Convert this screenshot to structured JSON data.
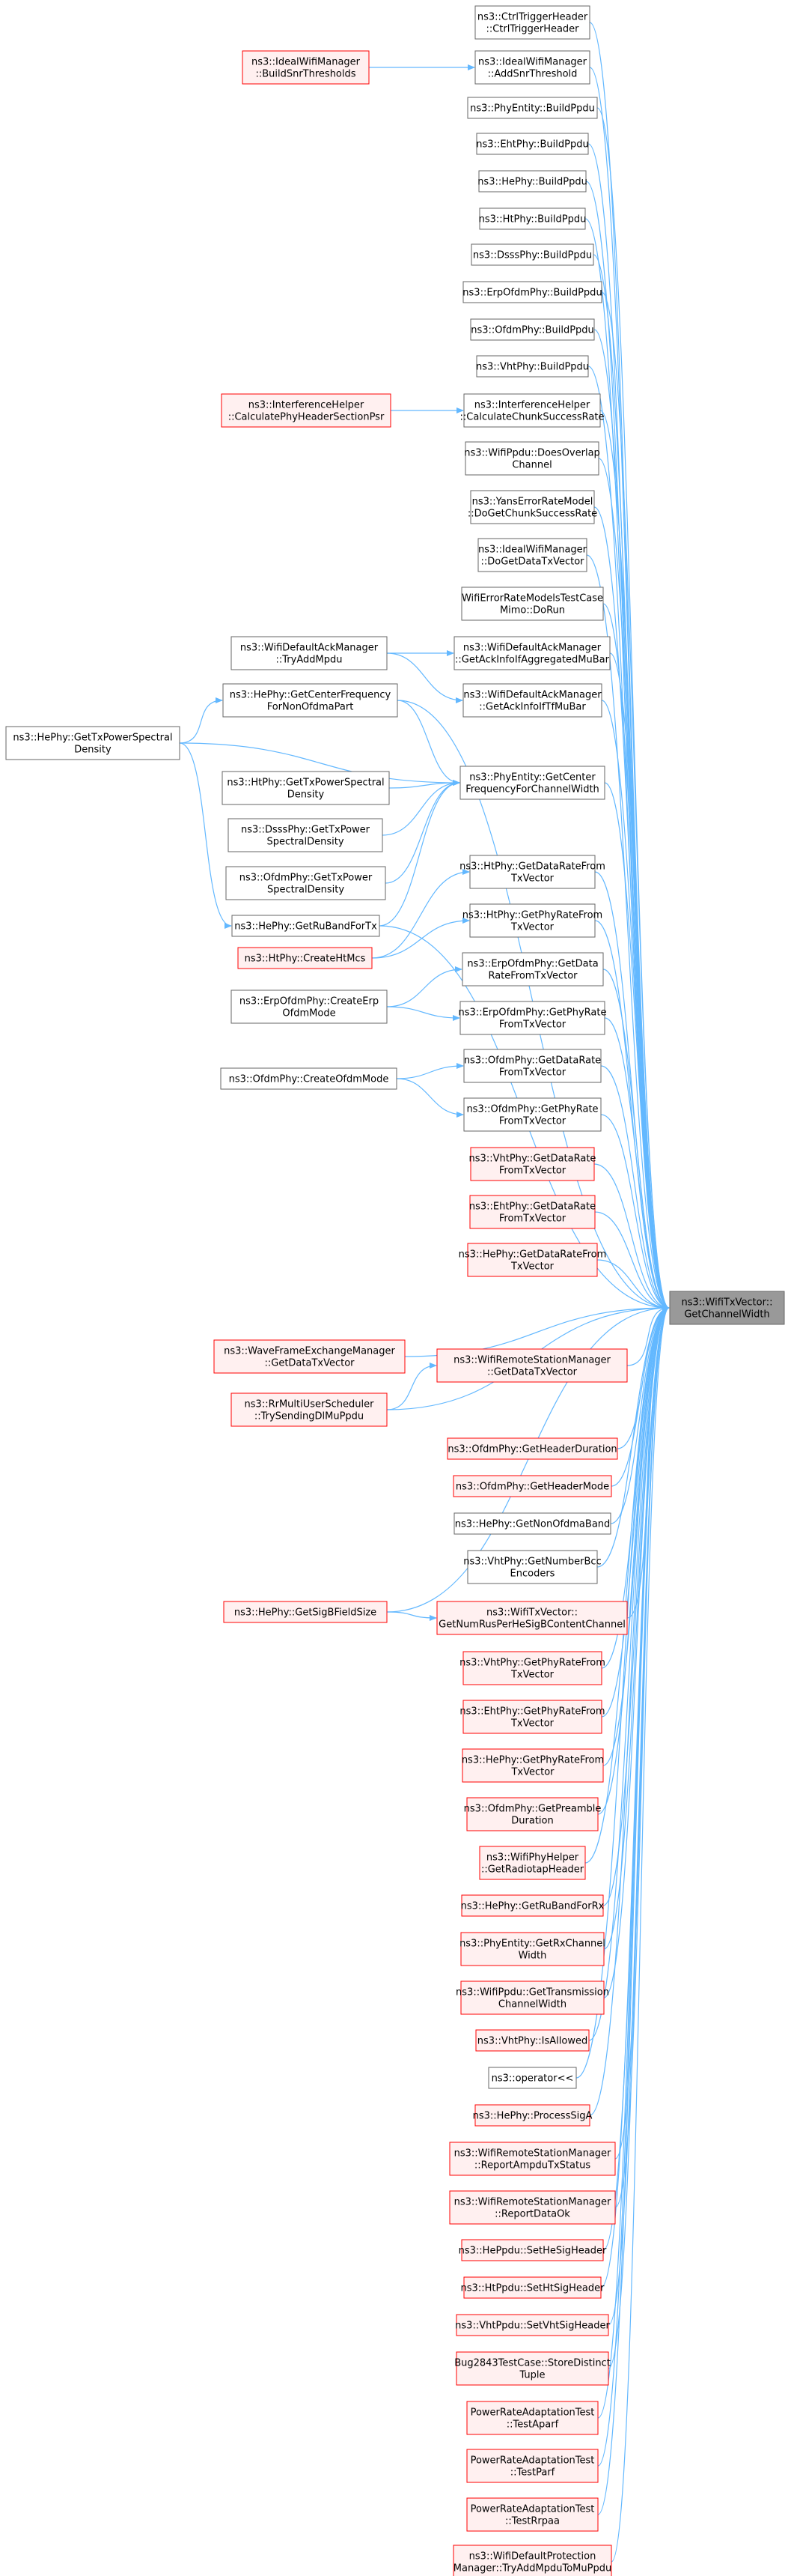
{
  "graph": {
    "colors": {
      "edge": "#63b8ff",
      "node_border": "#666666",
      "node_fill": "#ffffff",
      "highlight_border": "#ff0000",
      "highlight_fill": "#fff0f0",
      "target_fill": "#999999",
      "target_border": "#666666",
      "text": "#000000"
    },
    "target": {
      "id": "target",
      "label": [
        "ns3::WifiTxVector::",
        "GetChannelWidth"
      ]
    },
    "nodes": [
      {
        "id": "ctrl",
        "label": [
          "ns3::CtrlTriggerHeader",
          "::CtrlTriggerHeader"
        ],
        "style": "normal"
      },
      {
        "id": "idealAdd",
        "label": [
          "ns3::IdealWifiManager",
          "::AddSnrThreshold"
        ],
        "style": "normal"
      },
      {
        "id": "bIdeal",
        "label": [
          "ns3::IdealWifiManager",
          "::BuildSnrThresholds"
        ],
        "style": "red"
      },
      {
        "id": "phyBuild",
        "label": [
          "ns3::PhyEntity::BuildPpdu"
        ],
        "style": "normal"
      },
      {
        "id": "ehtBuild",
        "label": [
          "ns3::EhtPhy::BuildPpdu"
        ],
        "style": "normal"
      },
      {
        "id": "heBuild",
        "label": [
          "ns3::HePhy::BuildPpdu"
        ],
        "style": "normal"
      },
      {
        "id": "htBuild",
        "label": [
          "ns3::HtPhy::BuildPpdu"
        ],
        "style": "normal"
      },
      {
        "id": "dsssBuild",
        "label": [
          "ns3::DsssPhy::BuildPpdu"
        ],
        "style": "normal"
      },
      {
        "id": "erpBuild",
        "label": [
          "ns3::ErpOfdmPhy::BuildPpdu"
        ],
        "style": "normal"
      },
      {
        "id": "ofdmBuild",
        "label": [
          "ns3::OfdmPhy::BuildPpdu"
        ],
        "style": "normal"
      },
      {
        "id": "vhtBuild",
        "label": [
          "ns3::VhtPhy::BuildPpdu"
        ],
        "style": "normal"
      },
      {
        "id": "ihCalcChunk",
        "label": [
          "ns3::InterferenceHelper",
          "::CalculateChunkSuccessRate"
        ],
        "style": "normal"
      },
      {
        "id": "ihCalcPhy",
        "label": [
          "ns3::InterferenceHelper",
          "::CalculatePhyHeaderSectionPsr"
        ],
        "style": "red"
      },
      {
        "id": "doesOverlap",
        "label": [
          "ns3::WifiPpdu::DoesOverlap",
          "Channel"
        ],
        "style": "normal"
      },
      {
        "id": "yans",
        "label": [
          "ns3::YansErrorRateModel",
          "::DoGetChunkSuccessRate"
        ],
        "style": "normal"
      },
      {
        "id": "idealDoGet",
        "label": [
          "ns3::IdealWifiManager",
          "::DoGetDataTxVector"
        ],
        "style": "normal"
      },
      {
        "id": "errTest",
        "label": [
          "WifiErrorRateModelsTestCase",
          "Mimo::DoRun"
        ],
        "style": "normal"
      },
      {
        "id": "ackAgg",
        "label": [
          "ns3::WifiDefaultAckManager",
          "::GetAckInfoIfAggregatedMuBar"
        ],
        "style": "normal"
      },
      {
        "id": "ackTry",
        "label": [
          "ns3::WifiDefaultAckManager",
          "::TryAddMpdu"
        ],
        "style": "normal"
      },
      {
        "id": "ackTf",
        "label": [
          "ns3::WifiDefaultAckManager",
          "::GetAckInfoIfTfMuBar"
        ],
        "style": "normal"
      },
      {
        "id": "heCenter",
        "label": [
          "ns3::HePhy::GetCenterFrequency",
          "ForNonOfdmaPart"
        ],
        "style": "normal"
      },
      {
        "id": "heTxPsd",
        "label": [
          "ns3::HePhy::GetTxPowerSpectral",
          "Density"
        ],
        "style": "normal"
      },
      {
        "id": "phyCenter",
        "label": [
          "ns3::PhyEntity::GetCenter",
          "FrequencyForChannelWidth"
        ],
        "style": "normal"
      },
      {
        "id": "htTxPsd",
        "label": [
          "ns3::HtPhy::GetTxPowerSpectral",
          "Density"
        ],
        "style": "normal"
      },
      {
        "id": "dsssTxPsd",
        "label": [
          "ns3::DsssPhy::GetTxPower",
          "SpectralDensity"
        ],
        "style": "normal"
      },
      {
        "id": "ofdmTxPsd",
        "label": [
          "ns3::OfdmPhy::GetTxPower",
          "SpectralDensity"
        ],
        "style": "normal"
      },
      {
        "id": "heRuTx",
        "label": [
          "ns3::HePhy::GetRuBandForTx"
        ],
        "style": "normal"
      },
      {
        "id": "htDataRate",
        "label": [
          "ns3::HtPhy::GetDataRateFrom",
          "TxVector"
        ],
        "style": "normal"
      },
      {
        "id": "htPhyRate",
        "label": [
          "ns3::HtPhy::GetPhyRateFrom",
          "TxVector"
        ],
        "style": "normal"
      },
      {
        "id": "htCreateMcs",
        "label": [
          "ns3::HtPhy::CreateHtMcs"
        ],
        "style": "red"
      },
      {
        "id": "erpDataRate",
        "label": [
          "ns3::ErpOfdmPhy::GetData",
          "RateFromTxVector"
        ],
        "style": "normal"
      },
      {
        "id": "erpCreate",
        "label": [
          "ns3::ErpOfdmPhy::CreateErp",
          "OfdmMode"
        ],
        "style": "normal"
      },
      {
        "id": "erpPhyRate",
        "label": [
          "ns3::ErpOfdmPhy::GetPhyRate",
          "FromTxVector"
        ],
        "style": "normal"
      },
      {
        "id": "ofdmDataRate",
        "label": [
          "ns3::OfdmPhy::GetDataRate",
          "FromTxVector"
        ],
        "style": "normal"
      },
      {
        "id": "ofdmCreate",
        "label": [
          "ns3::OfdmPhy::CreateOfdmMode"
        ],
        "style": "normal"
      },
      {
        "id": "ofdmPhyRate",
        "label": [
          "ns3::OfdmPhy::GetPhyRate",
          "FromTxVector"
        ],
        "style": "normal"
      },
      {
        "id": "vhtDataRate",
        "label": [
          "ns3::VhtPhy::GetDataRate",
          "FromTxVector"
        ],
        "style": "red"
      },
      {
        "id": "ehtDataRate",
        "label": [
          "ns3::EhtPhy::GetDataRate",
          "FromTxVector"
        ],
        "style": "red"
      },
      {
        "id": "heDataRate",
        "label": [
          "ns3::HePhy::GetDataRateFrom",
          "TxVector"
        ],
        "style": "red"
      },
      {
        "id": "wfem",
        "label": [
          "ns3::WaveFrameExchangeManager",
          "::GetDataTxVector"
        ],
        "style": "red"
      },
      {
        "id": "wrsmData",
        "label": [
          "ns3::WifiRemoteStationManager",
          "::GetDataTxVector"
        ],
        "style": "red"
      },
      {
        "id": "rrMulti",
        "label": [
          "ns3::RrMultiUserScheduler",
          "::TrySendingDlMuPpdu"
        ],
        "style": "red"
      },
      {
        "id": "ofdmHdrDur",
        "label": [
          "ns3::OfdmPhy::GetHeaderDuration"
        ],
        "style": "red"
      },
      {
        "id": "ofdmHdrMode",
        "label": [
          "ns3::OfdmPhy::GetHeaderMode"
        ],
        "style": "red"
      },
      {
        "id": "heNonOfdma",
        "label": [
          "ns3::HePhy::GetNonOfdmaBand"
        ],
        "style": "normal"
      },
      {
        "id": "vhtNumBcc",
        "label": [
          "ns3::VhtPhy::GetNumberBcc",
          "Encoders"
        ],
        "style": "normal"
      },
      {
        "id": "heSigB",
        "label": [
          "ns3::HePhy::GetSigBFieldSize"
        ],
        "style": "red"
      },
      {
        "id": "txvNumRus",
        "label": [
          "ns3::WifiTxVector::",
          "GetNumRusPerHeSigBContentChannel"
        ],
        "style": "red"
      },
      {
        "id": "vhtPhyRate",
        "label": [
          "ns3::VhtPhy::GetPhyRateFrom",
          "TxVector"
        ],
        "style": "red"
      },
      {
        "id": "ehtPhyRate",
        "label": [
          "ns3::EhtPhy::GetPhyRateFrom",
          "TxVector"
        ],
        "style": "red"
      },
      {
        "id": "hePhyRate",
        "label": [
          "ns3::HePhy::GetPhyRateFrom",
          "TxVector"
        ],
        "style": "red"
      },
      {
        "id": "ofdmPreamble",
        "label": [
          "ns3::OfdmPhy::GetPreamble",
          "Duration"
        ],
        "style": "red"
      },
      {
        "id": "radiotap",
        "label": [
          "ns3::WifiPhyHelper",
          "::GetRadiotapHeader"
        ],
        "style": "red"
      },
      {
        "id": "heRuRx",
        "label": [
          "ns3::HePhy::GetRuBandForRx"
        ],
        "style": "red"
      },
      {
        "id": "phyRxCh",
        "label": [
          "ns3::PhyEntity::GetRxChannel",
          "Width"
        ],
        "style": "red"
      },
      {
        "id": "ppduTxCh",
        "label": [
          "ns3::WifiPpdu::GetTransmission",
          "ChannelWidth"
        ],
        "style": "red"
      },
      {
        "id": "vhtAllowed",
        "label": [
          "ns3::VhtPhy::IsAllowed"
        ],
        "style": "red"
      },
      {
        "id": "operator",
        "label": [
          "ns3::operator<<"
        ],
        "style": "normal"
      },
      {
        "id": "heSigA",
        "label": [
          "ns3::HePhy::ProcessSigA"
        ],
        "style": "red"
      },
      {
        "id": "wrsmAmpdu",
        "label": [
          "ns3::WifiRemoteStationManager",
          "::ReportAmpduTxStatus"
        ],
        "style": "red"
      },
      {
        "id": "wrsmDataOk",
        "label": [
          "ns3::WifiRemoteStationManager",
          "::ReportDataOk"
        ],
        "style": "red"
      },
      {
        "id": "hePpduSig",
        "label": [
          "ns3::HePpdu::SetHeSigHeader"
        ],
        "style": "red"
      },
      {
        "id": "htPpduSig",
        "label": [
          "ns3::HtPpdu::SetHtSigHeader"
        ],
        "style": "red"
      },
      {
        "id": "vhtPpduSig",
        "label": [
          "ns3::VhtPpdu::SetVhtSigHeader"
        ],
        "style": "red"
      },
      {
        "id": "bug2843",
        "label": [
          "Bug2843TestCase::StoreDistinct",
          "Tuple"
        ],
        "style": "red"
      },
      {
        "id": "praAparf",
        "label": [
          "PowerRateAdaptationTest",
          "::TestAparf"
        ],
        "style": "red"
      },
      {
        "id": "praParf",
        "label": [
          "PowerRateAdaptationTest",
          "::TestParf"
        ],
        "style": "red"
      },
      {
        "id": "praRrpaa",
        "label": [
          "PowerRateAdaptationTest",
          "::TestRrpaa"
        ],
        "style": "red"
      },
      {
        "id": "defProt",
        "label": [
          "ns3::WifiDefaultProtection",
          "Manager::TryAddMpduToMuPpdu"
        ],
        "style": "red"
      }
    ],
    "edges": [
      {
        "from": "bIdeal",
        "to": "idealAdd"
      },
      {
        "from": "ihCalcPhy",
        "to": "ihCalcChunk"
      },
      {
        "from": "ackTry",
        "to": "ackAgg"
      },
      {
        "from": "ackTry",
        "to": "ackTf"
      },
      {
        "from": "heTxPsd",
        "to": "heCenter"
      },
      {
        "from": "heTxPsd",
        "to": "heRuTx"
      },
      {
        "from": "heCenter",
        "to": "phyCenter"
      },
      {
        "from": "heTxPsd",
        "to": "phyCenter"
      },
      {
        "from": "htTxPsd",
        "to": "phyCenter"
      },
      {
        "from": "dsssTxPsd",
        "to": "phyCenter"
      },
      {
        "from": "ofdmTxPsd",
        "to": "phyCenter"
      },
      {
        "from": "heRuTx",
        "to": "phyCenter"
      },
      {
        "from": "htCreateMcs",
        "to": "htDataRate"
      },
      {
        "from": "htCreateMcs",
        "to": "htPhyRate"
      },
      {
        "from": "erpCreate",
        "to": "erpDataRate"
      },
      {
        "from": "erpCreate",
        "to": "erpPhyRate"
      },
      {
        "from": "ofdmCreate",
        "to": "ofdmDataRate"
      },
      {
        "from": "ofdmCreate",
        "to": "ofdmPhyRate"
      },
      {
        "from": "rrMulti",
        "to": "wrsmData"
      },
      {
        "from": "heSigB",
        "to": "txvNumRus"
      },
      {
        "from": "ctrl",
        "to": "target"
      },
      {
        "from": "idealAdd",
        "to": "target"
      },
      {
        "from": "phyBuild",
        "to": "target"
      },
      {
        "from": "ehtBuild",
        "to": "target"
      },
      {
        "from": "heBuild",
        "to": "target"
      },
      {
        "from": "htBuild",
        "to": "target"
      },
      {
        "from": "dsssBuild",
        "to": "target"
      },
      {
        "from": "erpBuild",
        "to": "target"
      },
      {
        "from": "ofdmBuild",
        "to": "target"
      },
      {
        "from": "vhtBuild",
        "to": "target"
      },
      {
        "from": "ihCalcChunk",
        "to": "target"
      },
      {
        "from": "doesOverlap",
        "to": "target"
      },
      {
        "from": "yans",
        "to": "target"
      },
      {
        "from": "idealDoGet",
        "to": "target"
      },
      {
        "from": "errTest",
        "to": "target"
      },
      {
        "from": "ackAgg",
        "to": "target"
      },
      {
        "from": "ackTf",
        "to": "target"
      },
      {
        "from": "heCenter",
        "to": "target"
      },
      {
        "from": "phyCenter",
        "to": "target"
      },
      {
        "from": "heRuTx",
        "to": "target"
      },
      {
        "from": "htDataRate",
        "to": "target"
      },
      {
        "from": "htPhyRate",
        "to": "target"
      },
      {
        "from": "erpDataRate",
        "to": "target"
      },
      {
        "from": "erpPhyRate",
        "to": "target"
      },
      {
        "from": "ofdmDataRate",
        "to": "target"
      },
      {
        "from": "ofdmPhyRate",
        "to": "target"
      },
      {
        "from": "vhtDataRate",
        "to": "target"
      },
      {
        "from": "ehtDataRate",
        "to": "target"
      },
      {
        "from": "heDataRate",
        "to": "target"
      },
      {
        "from": "wfem",
        "to": "target"
      },
      {
        "from": "wrsmData",
        "to": "target"
      },
      {
        "from": "rrMulti",
        "to": "target"
      },
      {
        "from": "ofdmHdrDur",
        "to": "target"
      },
      {
        "from": "ofdmHdrMode",
        "to": "target"
      },
      {
        "from": "heNonOfdma",
        "to": "target"
      },
      {
        "from": "vhtNumBcc",
        "to": "target"
      },
      {
        "from": "heSigB",
        "to": "target"
      },
      {
        "from": "txvNumRus",
        "to": "target"
      },
      {
        "from": "vhtPhyRate",
        "to": "target"
      },
      {
        "from": "ehtPhyRate",
        "to": "target"
      },
      {
        "from": "hePhyRate",
        "to": "target"
      },
      {
        "from": "ofdmPreamble",
        "to": "target"
      },
      {
        "from": "radiotap",
        "to": "target"
      },
      {
        "from": "heRuRx",
        "to": "target"
      },
      {
        "from": "phyRxCh",
        "to": "target"
      },
      {
        "from": "ppduTxCh",
        "to": "target"
      },
      {
        "from": "vhtAllowed",
        "to": "target"
      },
      {
        "from": "operator",
        "to": "target"
      },
      {
        "from": "heSigA",
        "to": "target"
      },
      {
        "from": "wrsmAmpdu",
        "to": "target"
      },
      {
        "from": "wrsmDataOk",
        "to": "target"
      },
      {
        "from": "hePpduSig",
        "to": "target"
      },
      {
        "from": "htPpduSig",
        "to": "target"
      },
      {
        "from": "vhtPpduSig",
        "to": "target"
      },
      {
        "from": "bug2843",
        "to": "target"
      },
      {
        "from": "praAparf",
        "to": "target"
      },
      {
        "from": "praParf",
        "to": "target"
      },
      {
        "from": "praRrpaa",
        "to": "target"
      },
      {
        "from": "defProt",
        "to": "target"
      }
    ]
  }
}
